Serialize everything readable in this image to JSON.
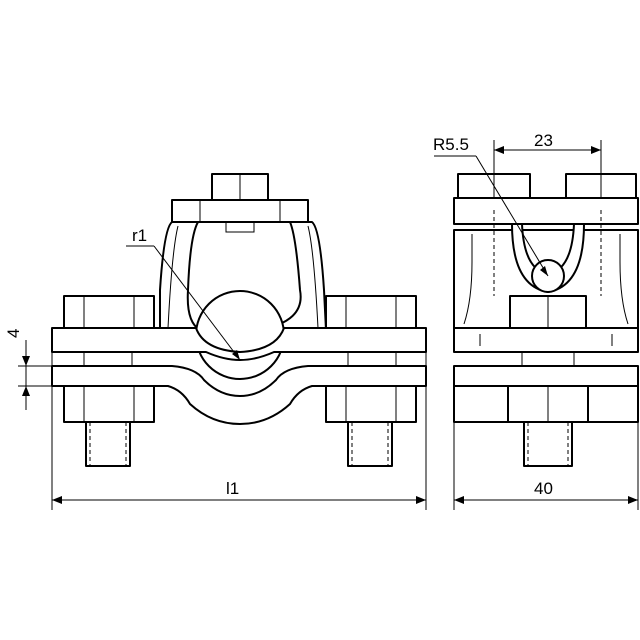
{
  "labels": {
    "radius_inner": "r1",
    "thickness": "4",
    "length": "l1",
    "bolt_spacing": "23",
    "radius_side": "R5.5",
    "width": "40"
  }
}
